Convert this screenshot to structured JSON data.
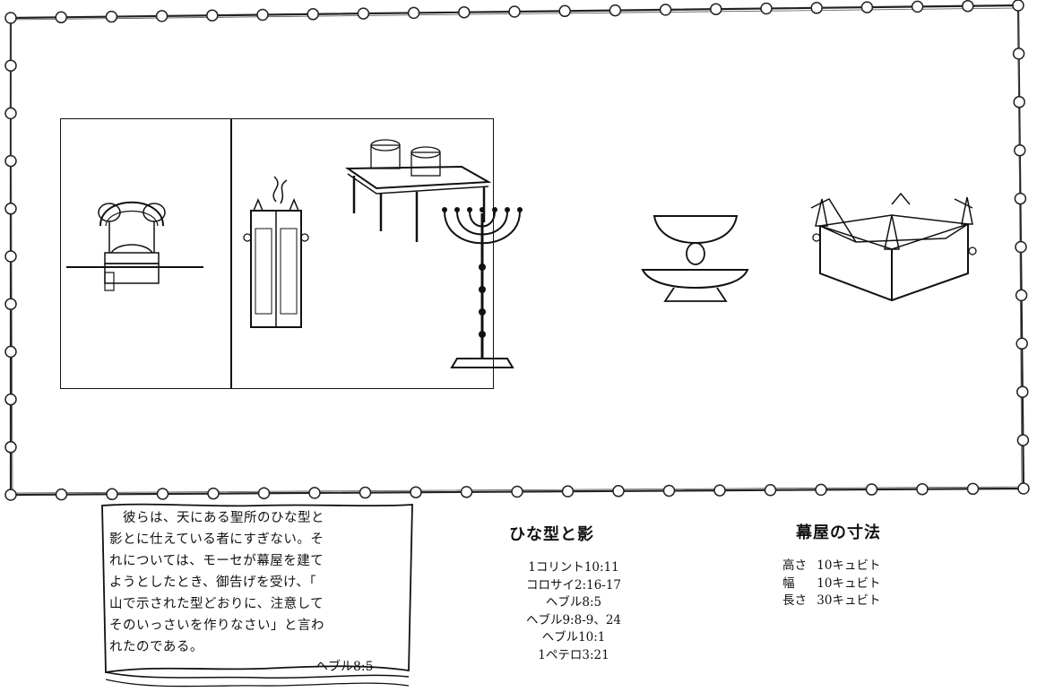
{
  "scroll": {
    "lines": [
      "　彼らは、天にある聖所のひな型と",
      "影とに仕えている者にすぎない。そ",
      "れについては、モーセが幕屋を建て",
      "ようとしたとき、御告げを受け、「",
      "山で示された型どおりに、注意して",
      "そのいっさいを作りなさい」と言わ",
      "れたのである。"
    ],
    "reference": "ヘブル8:5"
  },
  "types_and_shadows": {
    "title": "ひな型と影",
    "references": [
      "1コリント10:11",
      "コロサイ2:16-17",
      "ヘブル8:5",
      "ヘブル9:8-9、24",
      "ヘブル10:1",
      "1ペテロ3:21"
    ]
  },
  "tabernacle_dimensions": {
    "title": "幕屋の寸法",
    "rows": [
      {
        "label": "高さ",
        "value": "10キュビト"
      },
      {
        "label": "幅",
        "value": "10キュビト"
      },
      {
        "label": "長さ",
        "value": "30キュビト"
      }
    ]
  }
}
